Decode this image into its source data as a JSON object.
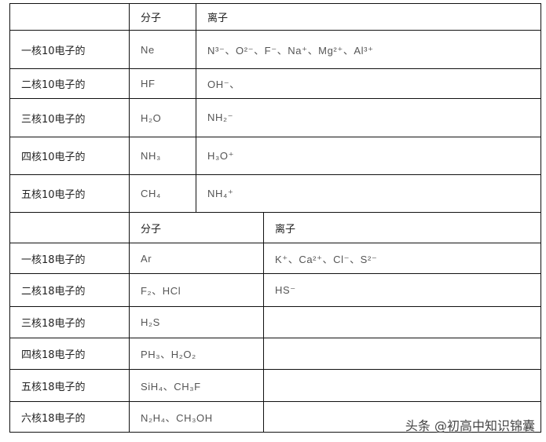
{
  "table_10e": {
    "headers": [
      "",
      "分子",
      "离子"
    ],
    "rows": [
      {
        "label": "一核10电子的",
        "molecule": "Ne",
        "ions": "N³⁻、O²⁻、F⁻、Na⁺、Mg²⁺、Al³⁺"
      },
      {
        "label": "二核10电子的",
        "molecule": "HF",
        "ions": "OH⁻、"
      },
      {
        "label": "三核10电子的",
        "molecule": "H₂O",
        "ions": "NH₂⁻"
      },
      {
        "label": "四核10电子的",
        "molecule": "NH₃",
        "ions": "H₃O⁺"
      },
      {
        "label": "五核10电子的",
        "molecule": "CH₄",
        "ions": "NH₄⁺"
      }
    ]
  },
  "table_18e": {
    "headers": [
      "",
      "分子",
      "离子"
    ],
    "rows": [
      {
        "label": "一核18电子的",
        "molecule": "Ar",
        "ions": "K⁺、Ca²⁺、Cl⁻、S²⁻"
      },
      {
        "label": "二核18电子的",
        "molecule": "F₂、HCl",
        "ions": "HS⁻"
      },
      {
        "label": "三核18电子的",
        "molecule": "H₂S",
        "ions": ""
      },
      {
        "label": "四核18电子的",
        "molecule": "PH₃、H₂O₂",
        "ions": ""
      },
      {
        "label": "五核18电子的",
        "molecule": "SiH₄、CH₃F",
        "ions": ""
      },
      {
        "label": "六核18电子的",
        "molecule": "N₂H₄、CH₃OH",
        "ions": ""
      }
    ]
  },
  "watermark": "头条 @初高中知识锦囊"
}
